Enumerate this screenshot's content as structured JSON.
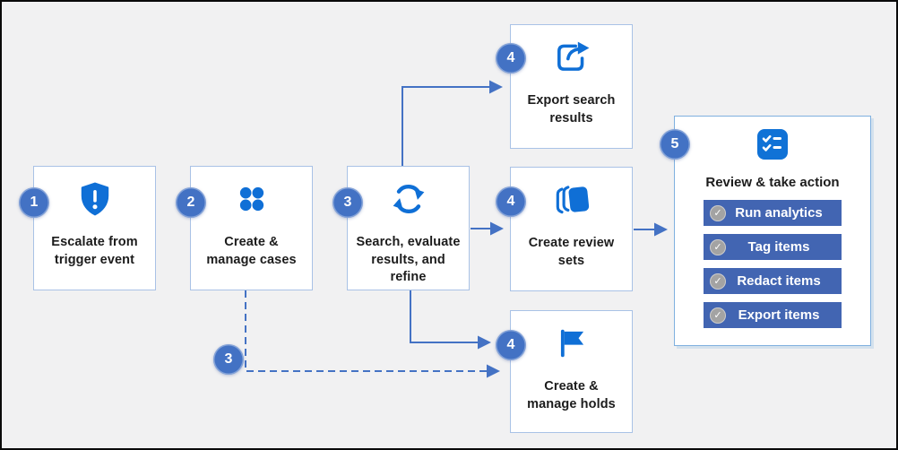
{
  "boxes": {
    "escalate": {
      "badge": "1",
      "label": "Escalate from trigger event"
    },
    "cases": {
      "badge": "2",
      "label": "Create & manage cases"
    },
    "search": {
      "badge": "3",
      "label": "Search, evaluate results, and refine"
    },
    "export": {
      "badge": "4",
      "label": "Export search results"
    },
    "review_sets": {
      "badge": "4",
      "label": "Create review sets"
    },
    "holds": {
      "badge": "4",
      "label": "Create & manage holds"
    }
  },
  "branch": {
    "badge": "3"
  },
  "panel": {
    "badge": "5",
    "title": "Review & take action",
    "actions": [
      {
        "label": "Run analytics"
      },
      {
        "label": "Tag items"
      },
      {
        "label": "Redact items"
      },
      {
        "label": "Export items"
      }
    ],
    "check_glyph": "✓"
  },
  "icons": {
    "escalate": "shield-alert-icon",
    "cases": "dots-grid-icon",
    "search": "sync-arrows-icon",
    "export": "share-export-icon",
    "review_sets": "layers-stack-icon",
    "holds": "flag-icon",
    "panel": "checklist-icon",
    "action": "check-circle-icon"
  },
  "colors": {
    "background": "#f1f1f2",
    "frame_border": "#0a0a0a",
    "box_border": "#a9c2e6",
    "panel_border": "#7fb0df",
    "badge_blue": "#4372c4",
    "icon_blue": "#0f6fd6",
    "button_blue": "#4265b2",
    "connector_blue": "#4472c4",
    "check_gray": "#a3a3a3",
    "text": "#1c1c1c"
  }
}
